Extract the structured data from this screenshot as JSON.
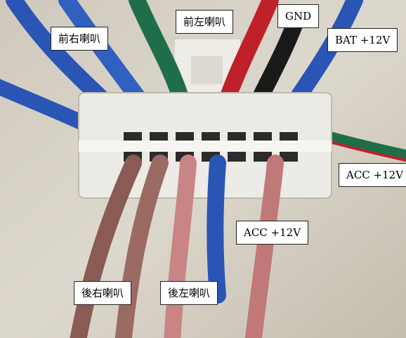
{
  "labels": {
    "front_right_speaker": "前右喇叭",
    "front_left_speaker": "前左喇叭",
    "gnd": "GND",
    "bat_12v": "BAT +12V",
    "acc_12v_right": "ACC +12V",
    "acc_12v_center": "ACC +12V",
    "rear_right_speaker": "後右喇叭",
    "rear_left_speaker": "後左喇叭"
  },
  "colors": {
    "wall": "#d8d2c6",
    "connector": "#ecebe6",
    "wire_blue": "#2a55b5",
    "wire_green": "#1e6e4a",
    "wire_red": "#c0202a",
    "wire_black": "#1a1a1a",
    "wire_brown": "#8a5a55",
    "wire_pink": "#c98585"
  }
}
